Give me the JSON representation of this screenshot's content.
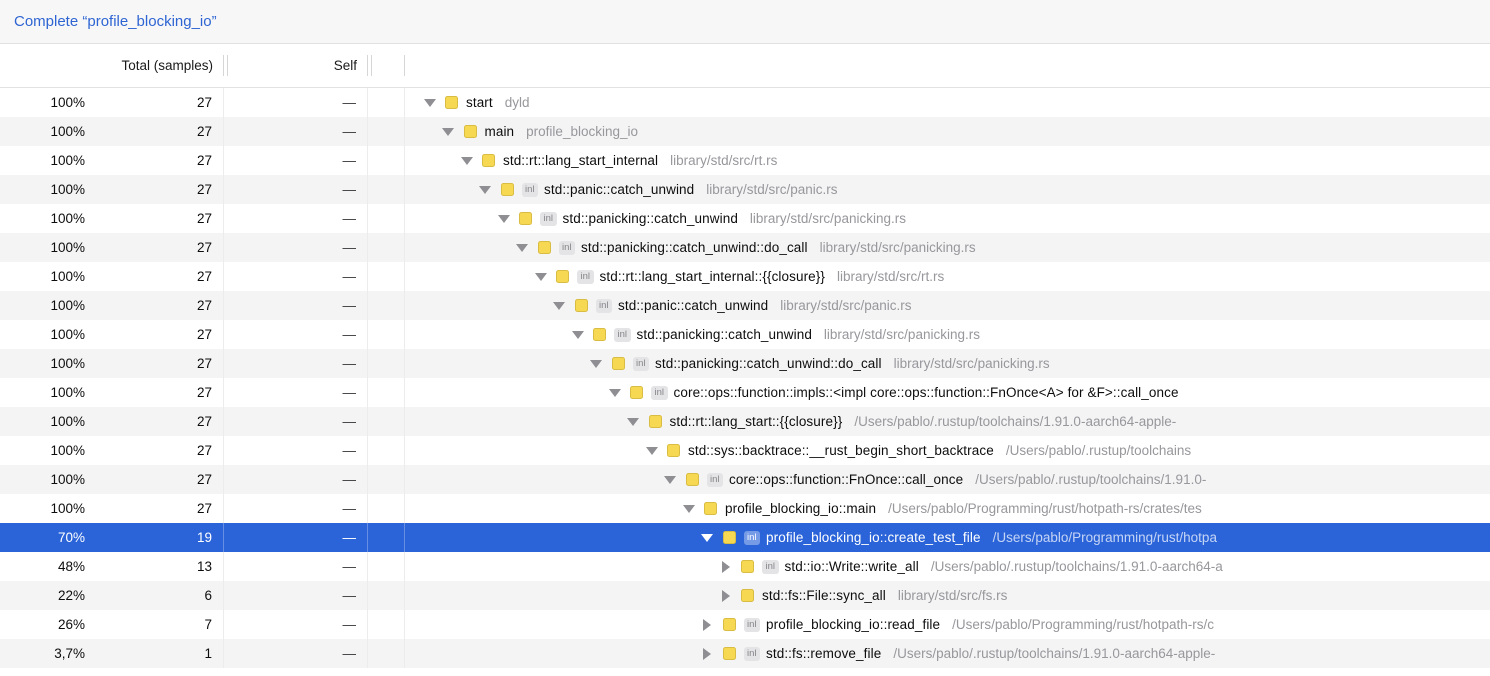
{
  "title": "Complete “profile_blocking_io”",
  "columns": {
    "total": "Total (samples)",
    "self": "Self"
  },
  "badges": {
    "inline_label": "inl"
  },
  "colors": {
    "title_blue": "#2e65d3",
    "selection_blue": "#2b64d9",
    "symbol_yellow": "#f6d852",
    "alt_row_gray": "#f4f4f5",
    "path_gray": "#97979c"
  },
  "rows": [
    {
      "total_pct": "100%",
      "total_samples": "27",
      "self": "—",
      "level": 0,
      "expanded": true,
      "inl": false,
      "selected": false,
      "name": "start",
      "path": "dyld"
    },
    {
      "total_pct": "100%",
      "total_samples": "27",
      "self": "—",
      "level": 1,
      "expanded": true,
      "inl": false,
      "selected": false,
      "name": "main",
      "path": "profile_blocking_io"
    },
    {
      "total_pct": "100%",
      "total_samples": "27",
      "self": "—",
      "level": 2,
      "expanded": true,
      "inl": false,
      "selected": false,
      "name": "std::rt::lang_start_internal",
      "path": "library/std/src/rt.rs"
    },
    {
      "total_pct": "100%",
      "total_samples": "27",
      "self": "—",
      "level": 3,
      "expanded": true,
      "inl": true,
      "selected": false,
      "name": "std::panic::catch_unwind",
      "path": "library/std/src/panic.rs"
    },
    {
      "total_pct": "100%",
      "total_samples": "27",
      "self": "—",
      "level": 4,
      "expanded": true,
      "inl": true,
      "selected": false,
      "name": "std::panicking::catch_unwind",
      "path": "library/std/src/panicking.rs"
    },
    {
      "total_pct": "100%",
      "total_samples": "27",
      "self": "—",
      "level": 5,
      "expanded": true,
      "inl": true,
      "selected": false,
      "name": "std::panicking::catch_unwind::do_call",
      "path": "library/std/src/panicking.rs"
    },
    {
      "total_pct": "100%",
      "total_samples": "27",
      "self": "—",
      "level": 6,
      "expanded": true,
      "inl": true,
      "selected": false,
      "name": "std::rt::lang_start_internal::{{closure}}",
      "path": "library/std/src/rt.rs"
    },
    {
      "total_pct": "100%",
      "total_samples": "27",
      "self": "—",
      "level": 7,
      "expanded": true,
      "inl": true,
      "selected": false,
      "name": "std::panic::catch_unwind",
      "path": "library/std/src/panic.rs"
    },
    {
      "total_pct": "100%",
      "total_samples": "27",
      "self": "—",
      "level": 8,
      "expanded": true,
      "inl": true,
      "selected": false,
      "name": "std::panicking::catch_unwind",
      "path": "library/std/src/panicking.rs"
    },
    {
      "total_pct": "100%",
      "total_samples": "27",
      "self": "—",
      "level": 9,
      "expanded": true,
      "inl": true,
      "selected": false,
      "name": "std::panicking::catch_unwind::do_call",
      "path": "library/std/src/panicking.rs"
    },
    {
      "total_pct": "100%",
      "total_samples": "27",
      "self": "—",
      "level": 10,
      "expanded": true,
      "inl": true,
      "selected": false,
      "name": "core::ops::function::impls::<impl core::ops::function::FnOnce<A> for &F>::call_once",
      "path": ""
    },
    {
      "total_pct": "100%",
      "total_samples": "27",
      "self": "—",
      "level": 11,
      "expanded": true,
      "inl": false,
      "selected": false,
      "name": "std::rt::lang_start::{{closure}}",
      "path": "/Users/pablo/.rustup/toolchains/1.91.0-aarch64-apple-"
    },
    {
      "total_pct": "100%",
      "total_samples": "27",
      "self": "—",
      "level": 12,
      "expanded": true,
      "inl": false,
      "selected": false,
      "name": "std::sys::backtrace::__rust_begin_short_backtrace",
      "path": "/Users/pablo/.rustup/toolchains"
    },
    {
      "total_pct": "100%",
      "total_samples": "27",
      "self": "—",
      "level": 13,
      "expanded": true,
      "inl": true,
      "selected": false,
      "name": "core::ops::function::FnOnce::call_once",
      "path": "/Users/pablo/.rustup/toolchains/1.91.0-"
    },
    {
      "total_pct": "100%",
      "total_samples": "27",
      "self": "—",
      "level": 14,
      "expanded": true,
      "inl": false,
      "selected": false,
      "name": "profile_blocking_io::main",
      "path": "/Users/pablo/Programming/rust/hotpath-rs/crates/tes"
    },
    {
      "total_pct": "70%",
      "total_samples": "19",
      "self": "—",
      "level": 15,
      "expanded": true,
      "inl": true,
      "selected": true,
      "name": "profile_blocking_io::create_test_file",
      "path": "/Users/pablo/Programming/rust/hotpa"
    },
    {
      "total_pct": "48%",
      "total_samples": "13",
      "self": "—",
      "level": 16,
      "expanded": false,
      "inl": true,
      "selected": false,
      "name": "std::io::Write::write_all",
      "path": "/Users/pablo/.rustup/toolchains/1.91.0-aarch64-a"
    },
    {
      "total_pct": "22%",
      "total_samples": "6",
      "self": "—",
      "level": 16,
      "expanded": false,
      "inl": false,
      "selected": false,
      "name": "std::fs::File::sync_all",
      "path": "library/std/src/fs.rs"
    },
    {
      "total_pct": "26%",
      "total_samples": "7",
      "self": "—",
      "level": 15,
      "expanded": false,
      "inl": true,
      "selected": false,
      "name": "profile_blocking_io::read_file",
      "path": "/Users/pablo/Programming/rust/hotpath-rs/c"
    },
    {
      "total_pct": "3,7%",
      "total_samples": "1",
      "self": "—",
      "level": 15,
      "expanded": false,
      "inl": true,
      "selected": false,
      "name": "std::fs::remove_file",
      "path": "/Users/pablo/.rustup/toolchains/1.91.0-aarch64-apple-"
    }
  ]
}
